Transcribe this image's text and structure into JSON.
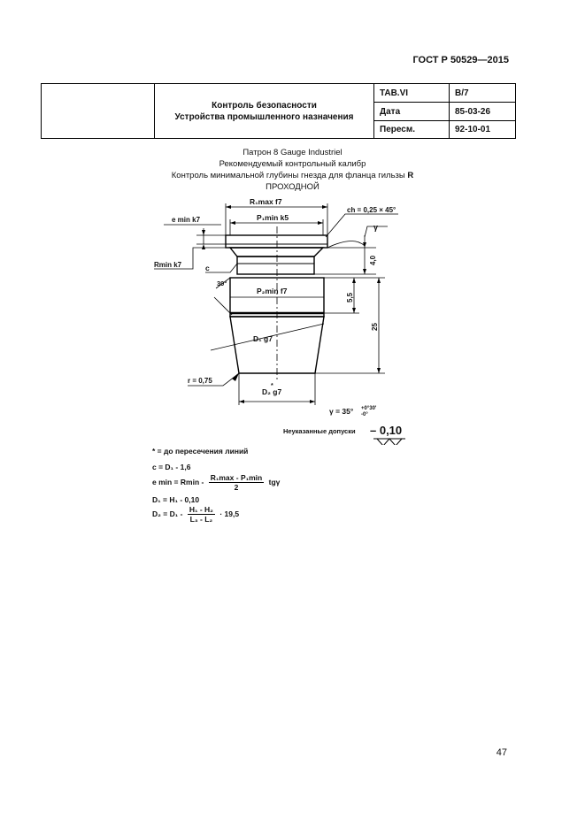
{
  "header": {
    "standard": "ГОСТ Р 50529—2015"
  },
  "title_block": {
    "title_line1": "Контроль безопасности",
    "title_line2": "Устройства промышленного назначения",
    "rows": [
      {
        "label": "TAB.VI",
        "value": "B/7"
      },
      {
        "label": "Дата",
        "value": "85-03-26"
      },
      {
        "label": "Пересм.",
        "value": "92-10-01"
      }
    ]
  },
  "caption": {
    "line1": "Патрон 8 Gauge Industriel",
    "line2": "Рекомендуемый контрольный калибр",
    "line3": "Контроль минимальной глубины гнезда для фланца гильзы",
    "line3_bold": "R",
    "line4": "ПРОХОДНОЙ"
  },
  "drawing": {
    "r1max": "R₁max  f7",
    "p1min": "P₁min  k5",
    "ch": "ch = 0,25 × 45°",
    "emin": "e min  k7",
    "gamma_label": "γ",
    "dim_40": "4,0",
    "rmin": "Rmin  k7",
    "c_label": "c",
    "angle_30": "30°",
    "p2min": "P₂min  f7",
    "dim_55": "5,5",
    "dim_25": "25",
    "d1": "D₁  g7",
    "r075": "r = 0,75",
    "d2": "D₂  g7",
    "d2_sup": "*",
    "gamma_eq": "γ = 35°",
    "gamma_tol_up": "+0°30'",
    "gamma_tol_low": "-0°",
    "tolerance_label": "Неуказанные допуски",
    "tolerance_value": "– 0,10"
  },
  "formulas": {
    "note": "* = до пересечения линий",
    "c": "c = D₁ - 1,6",
    "emin_left": "e min = Rmin -",
    "emin_num": "R₁max - P₁min",
    "emin_den": "2",
    "emin_right": "tgγ",
    "d1": "D₁ = H₁ - 0,10",
    "d2_left": "D₂ = D₁ -",
    "d2_num": "H₁ - H₂",
    "d2_den": "L₃ - L₂",
    "d2_right": "· 19,5"
  },
  "page_number": "47"
}
